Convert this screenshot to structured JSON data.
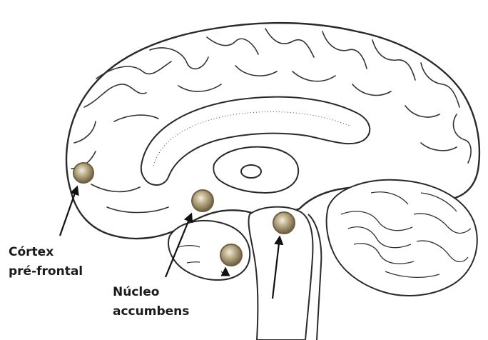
{
  "labels": {
    "prefrontal_line1": "Córtex",
    "prefrontal_line2": "pré-frontal",
    "accumbens_line1": "Núcleo",
    "accumbens_line2": "accumbens"
  },
  "colors": {
    "marker_fill": "#a89a78",
    "marker_ring": "#7d6e4f",
    "outline": "#2a2a2a",
    "background": "#ffffff"
  }
}
